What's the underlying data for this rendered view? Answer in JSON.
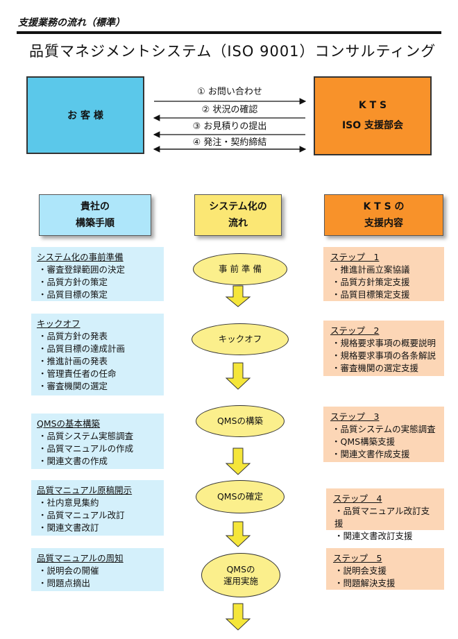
{
  "header": {
    "section_label": "支援業務の流れ（標準）",
    "title": "品質マネジメントシステム（ISO 9001）コンサルティング"
  },
  "parties": {
    "customer": "お 客 様",
    "kts_line1": "K T S",
    "kts_line2": "ISO 支援部会"
  },
  "exchange_steps": [
    "① お問い合わせ",
    "② 状況の確認",
    "③ お見積りの提出",
    "④ 発注・契約締結"
  ],
  "columns": {
    "left": [
      "貴社の",
      "構築手順"
    ],
    "middle": [
      "システム化の",
      "流れ"
    ],
    "right": [
      "K T S の",
      "支援内容"
    ]
  },
  "phases": [
    {
      "left_title": "システム化の事前準備",
      "left_items": [
        "審査登録範囲の決定",
        "品質方針の策定",
        "品質目標の策定"
      ],
      "oval": [
        "事 前 準 備"
      ],
      "right_title": "ステップ　1",
      "right_items": [
        "推進計画立案協議",
        "品質方針策定支援",
        "品質目標策定支援"
      ]
    },
    {
      "left_title": "キックオフ",
      "left_items": [
        "品質方針の発表",
        "品質目標の達成計画",
        "推進計画の発表",
        "管理責任者の任命",
        "審査機関の選定"
      ],
      "oval": [
        "キックオフ"
      ],
      "right_title": "ステップ　2",
      "right_items": [
        "規格要求事項の概要説明",
        "規格要求事項の各条解説",
        "審査機関の選定支援"
      ]
    },
    {
      "left_title": "QMSの基本構築",
      "left_items": [
        "品質システム実態調査",
        "品質マニュアルの作成",
        "関連文書の作成"
      ],
      "oval": [
        "QMSの構築"
      ],
      "right_title": "ステップ　3",
      "right_items": [
        "品質システムの実態調査",
        "QMS構築支援",
        "関連文書作成支援"
      ]
    },
    {
      "left_title": "品質マニュアル原稿開示",
      "left_items": [
        "社内意見集約",
        "品質マニュアル改訂",
        "関連文書改訂"
      ],
      "oval": [
        "QMSの確定"
      ],
      "right_title": "ステップ　4",
      "right_items": [
        "品質マニュアル改訂支援",
        "関連文書改訂支援"
      ]
    },
    {
      "left_title": "品質マニュアルの周知",
      "left_items": [
        "説明会の開催",
        "問題点摘出"
      ],
      "oval": [
        "QMSの",
        "運用実施"
      ],
      "right_title": "ステップ　5",
      "right_items": [
        "説明会支援",
        "問題解決支援"
      ]
    }
  ],
  "colors": {
    "customer_blue": "#5bc8ea",
    "kts_orange": "#f8922a",
    "left_box": "#d4f0fb",
    "right_box": "#fcd6b6",
    "oval_yellow": "#fbef8c",
    "arrow_yellow": "#f5e63a"
  }
}
